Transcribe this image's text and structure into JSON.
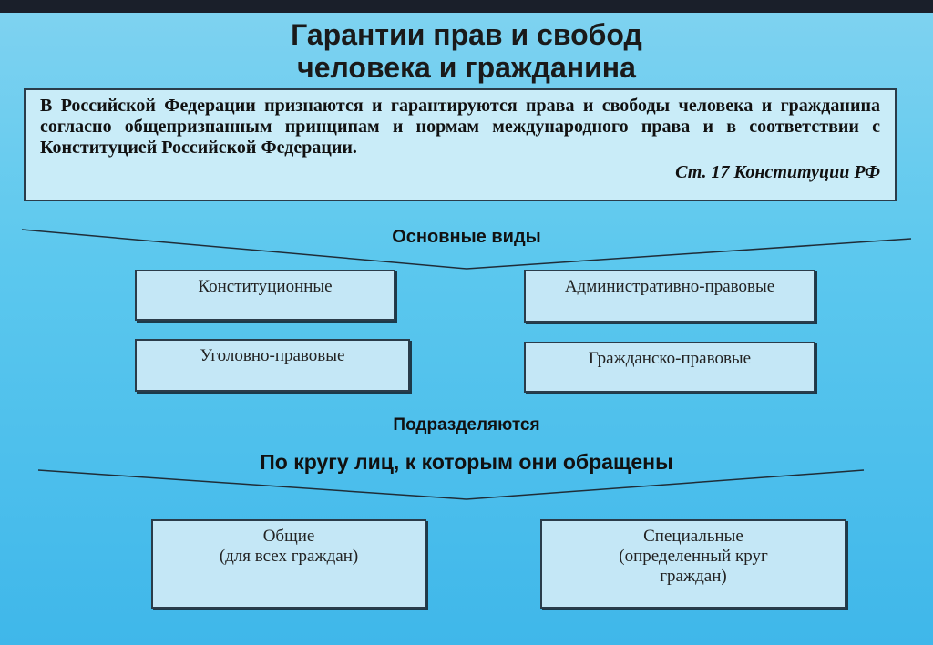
{
  "title": {
    "line1": "Гарантии прав и свобод",
    "line2": "человека и гражданина"
  },
  "quote": {
    "text": "В Российской Федерации признаются и гарантируются права и свободы человека и гражданина согласно общепризнанным принципам и нормам международного права и в соответствии с Конституцией Российской Федерации.",
    "source": "Ст. 17 Конституции РФ"
  },
  "main_types": {
    "heading": "Основные виды",
    "items": [
      "Конституционные",
      "Административно-правовые",
      "Уголовно-правовые",
      "Гражданско-правовые"
    ]
  },
  "subdivision": {
    "heading": "Подразделяются",
    "criterion": "По кругу лиц, к которым они обращены",
    "items": [
      "Общие\n(для всех граждан)",
      "Специальные\n(определенный круг\nграждан)"
    ]
  },
  "colors": {
    "background": "#5cc8ee",
    "box_fill": "#c4e7f6",
    "border": "#2a3c4a"
  }
}
